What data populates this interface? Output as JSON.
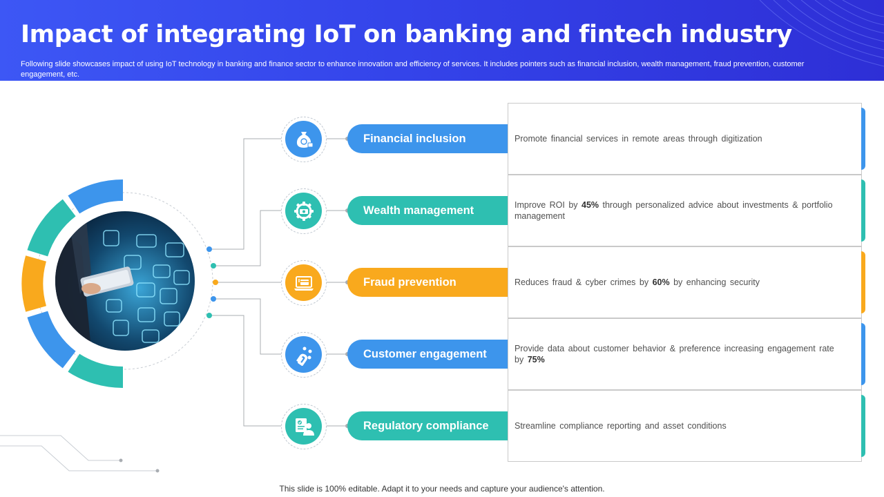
{
  "header": {
    "title": "Impact of integrating IoT on banking and fintech industry",
    "subtitle": "Following slide showcases impact of using IoT technology in banking and finance sector to enhance innovation and efficiency of services. It includes pointers such as financial inclusion, wealth management, fraud prevention, customer engagement, etc."
  },
  "colors": {
    "blue": "#3d95ec",
    "teal": "#2ebfb1",
    "orange": "#f9a91d",
    "header": "#3444ea"
  },
  "items": [
    {
      "label": "Financial inclusion",
      "color": "blue",
      "icon": "money-bag-icon",
      "desc_pre": "Promote financial services in remote areas through digitization",
      "desc_bold": "",
      "desc_post": ""
    },
    {
      "label": "Wealth management",
      "color": "teal",
      "icon": "gear-money-icon",
      "desc_pre": "Improve ROI by ",
      "desc_bold": "45%",
      "desc_post": " through personalized advice about investments & portfolio management"
    },
    {
      "label": "Fraud prevention",
      "color": "orange",
      "icon": "laptop-card-icon",
      "desc_pre": "Reduces fraud & cyber crimes by ",
      "desc_bold": "60%",
      "desc_post": " by enhancing security"
    },
    {
      "label": "Customer engagement",
      "color": "blue",
      "icon": "magnet-people-icon",
      "desc_pre": "Provide data about customer behavior & preference increasing engagement rate by ",
      "desc_bold": "75%",
      "desc_post": ""
    },
    {
      "label": "Regulatory compliance",
      "color": "teal",
      "icon": "compliance-document-icon",
      "desc_pre": "Streamline compliance reporting and asset conditions",
      "desc_bold": "",
      "desc_post": ""
    }
  ],
  "footer": {
    "note": "This slide is 100% editable. Adapt it to your needs and capture your audience's attention."
  }
}
